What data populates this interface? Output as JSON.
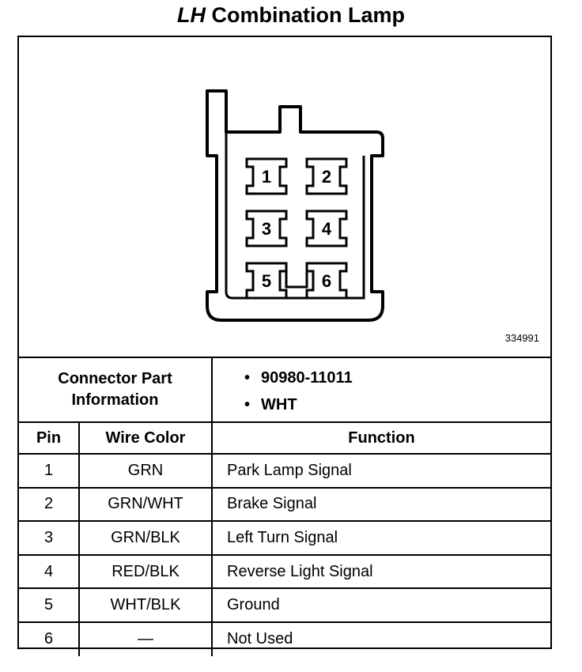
{
  "title_prefix": "LH",
  "title_rest": " Combination Lamp",
  "drawing_id": "334991",
  "connector": {
    "label_line1": "Connector Part",
    "label_line2": "Information",
    "values": [
      "90980-11011",
      "WHT"
    ]
  },
  "pins_visual": [
    "1",
    "2",
    "3",
    "4",
    "5",
    "6"
  ],
  "table": {
    "headers": {
      "pin": "Pin",
      "wire_color": "Wire Color",
      "function": "Function"
    },
    "rows": [
      {
        "pin": "1",
        "wire_color": "GRN",
        "function": "Park Lamp Signal"
      },
      {
        "pin": "2",
        "wire_color": "GRN/WHT",
        "function": "Brake Signal"
      },
      {
        "pin": "3",
        "wire_color": "GRN/BLK",
        "function": "Left Turn Signal"
      },
      {
        "pin": "4",
        "wire_color": "RED/BLK",
        "function": "Reverse Light Signal"
      },
      {
        "pin": "5",
        "wire_color": "WHT/BLK",
        "function": "Ground"
      },
      {
        "pin": "6",
        "wire_color": "—",
        "function": "Not Used"
      }
    ]
  }
}
